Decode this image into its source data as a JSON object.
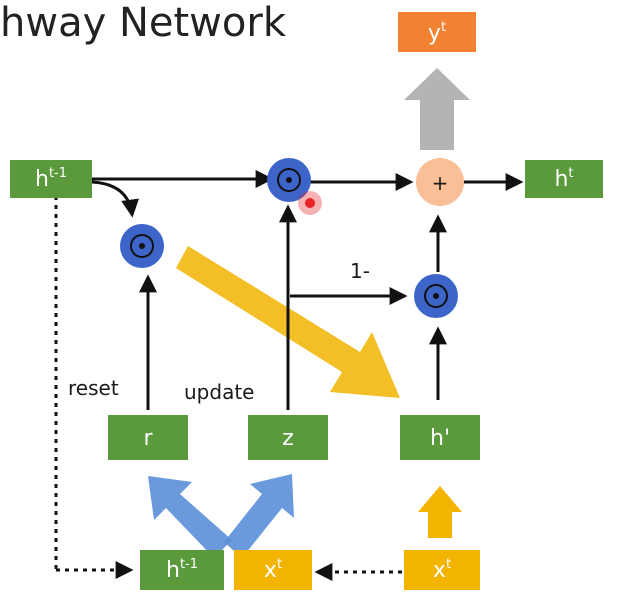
{
  "title": "hway Network",
  "colors": {
    "green_box": "#5a9a3c",
    "orange_box": "#f08232",
    "yellow_box": "#f2b400",
    "blue_circle": "#3d64c8",
    "plus_circle": "#f9bf96",
    "grey_arrow": "#b4b4b4",
    "yellow_arrow": "#f2b400",
    "blue_arrow": "#5a8fd8",
    "cursor_red": "#e82424"
  },
  "nodes": {
    "h_prev_top": {
      "base": "h",
      "sup": "t-1"
    },
    "h_t": {
      "base": "h",
      "sup": "t"
    },
    "y_t": {
      "base": "y",
      "sup": "t"
    },
    "r": {
      "base": "r"
    },
    "z": {
      "base": "z"
    },
    "h_prime": {
      "base": "h'"
    },
    "h_prev_bottom": {
      "base": "h",
      "sup": "t-1"
    },
    "x_t_left": {
      "base": "x",
      "sup": "t"
    },
    "x_t_right": {
      "base": "x",
      "sup": "t"
    }
  },
  "ops": {
    "dot_symbol": "⊙",
    "plus_symbol": "+"
  },
  "labels": {
    "reset": "reset",
    "update": "update",
    "one_minus": "1-"
  }
}
